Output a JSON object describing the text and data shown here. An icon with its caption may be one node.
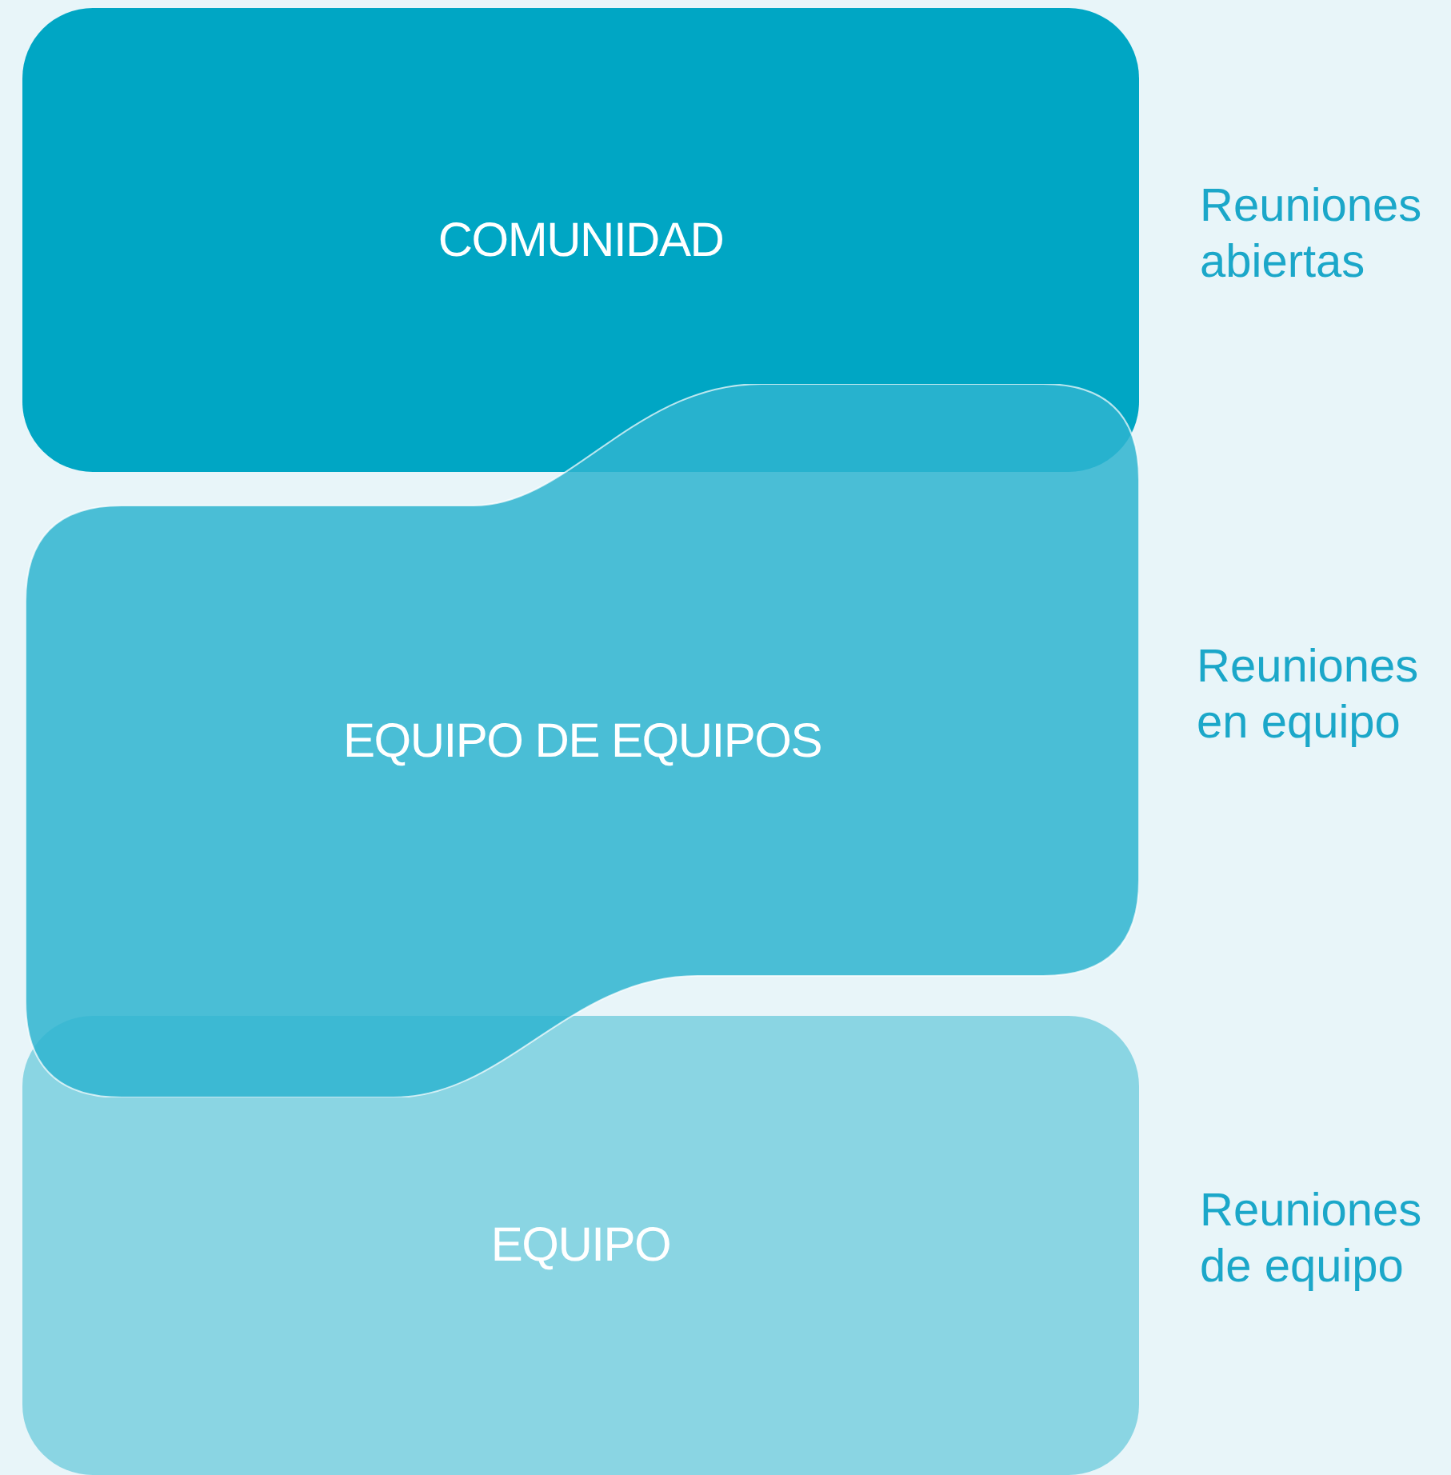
{
  "diagram": {
    "nodes": [
      {
        "text": [
          "COMUNIDAD"
        ],
        "beside": [
          "Reuniones abiertas"
        ]
      },
      {
        "text": [
          "EQUIPO DE EQUIPOS"
        ],
        "beside": [
          "Reuniones en equipo"
        ]
      },
      {
        "text": [
          "EQUIPO"
        ],
        "beside": [
          "Reuniones de equipo"
        ]
      }
    ]
  }
}
